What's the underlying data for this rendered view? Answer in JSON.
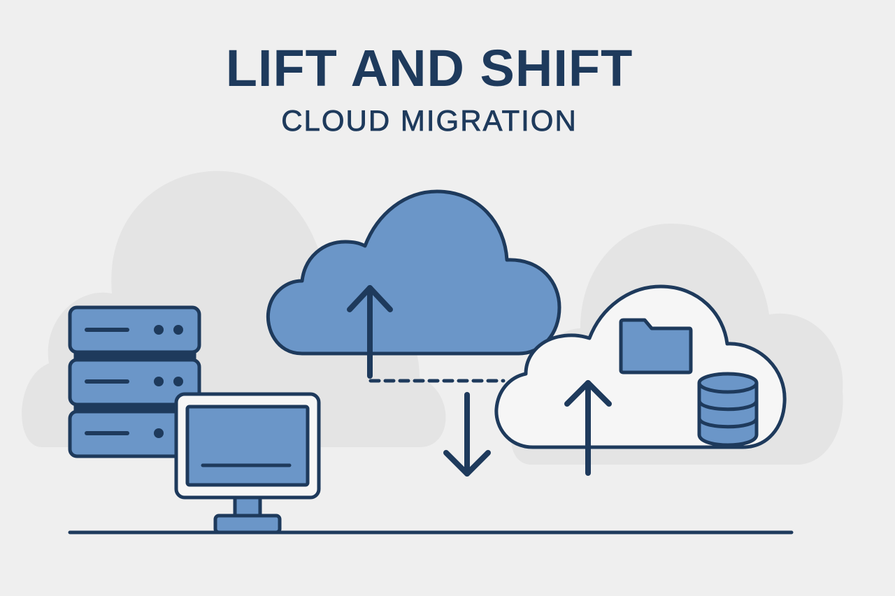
{
  "header": {
    "title": "LIFT AND SHIFT",
    "subtitle": "CLOUD MIGRATION"
  },
  "illustration": {
    "elements": [
      "server-rack-icon",
      "monitor-icon",
      "source-cloud-with-upload-arrow",
      "dashed-connector",
      "download-arrow",
      "target-cloud-with-folder-and-database",
      "ground-line"
    ]
  },
  "colors": {
    "background": "#efefef",
    "background_clouds": "#e3e3e3",
    "outline": "#1e3a5c",
    "fill_blue": "#6b96c8",
    "fill_white": "#f6f6f6",
    "text": "#1e3a5c"
  }
}
